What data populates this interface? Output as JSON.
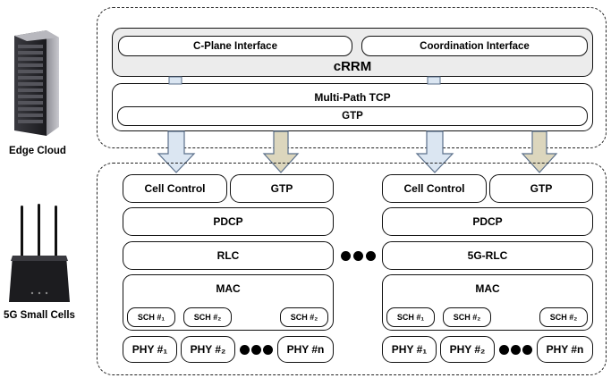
{
  "edge_cloud": {
    "label": "Edge Cloud",
    "crrm": {
      "title": "cRRM",
      "cplane": "C-Plane Interface",
      "coordination": "Coordination Interface"
    },
    "transport": {
      "mptcp": "Multi-Path TCP",
      "gtp": "GTP"
    }
  },
  "small_cells": {
    "label": "5G Small Cells",
    "cells": [
      {
        "cell_control": "Cell Control",
        "gtp": "GTP",
        "pdcp": "PDCP",
        "rlc": "RLC",
        "mac": "MAC",
        "sch": [
          "SCH #₁",
          "SCH #₂",
          "SCH #₂"
        ],
        "phy": [
          "PHY #₁",
          "PHY #₂",
          "PHY #n"
        ]
      },
      {
        "cell_control": "Cell Control",
        "gtp": "GTP",
        "pdcp": "PDCP",
        "rlc": "5G-RLC",
        "mac": "MAC",
        "sch": [
          "SCH #₁",
          "SCH #₂",
          "SCH #₂"
        ],
        "phy": [
          "PHY #₁",
          "PHY #₂",
          "PHY #n"
        ]
      }
    ]
  },
  "colors": {
    "arrow_blue": "#dbe6f2",
    "arrow_tan": "#dcd6bd",
    "arrow_stroke": "#5a6f8a",
    "crrm_fill": "#ececec"
  },
  "icons": [
    "server-rack-icon",
    "wifi-router-icon"
  ]
}
